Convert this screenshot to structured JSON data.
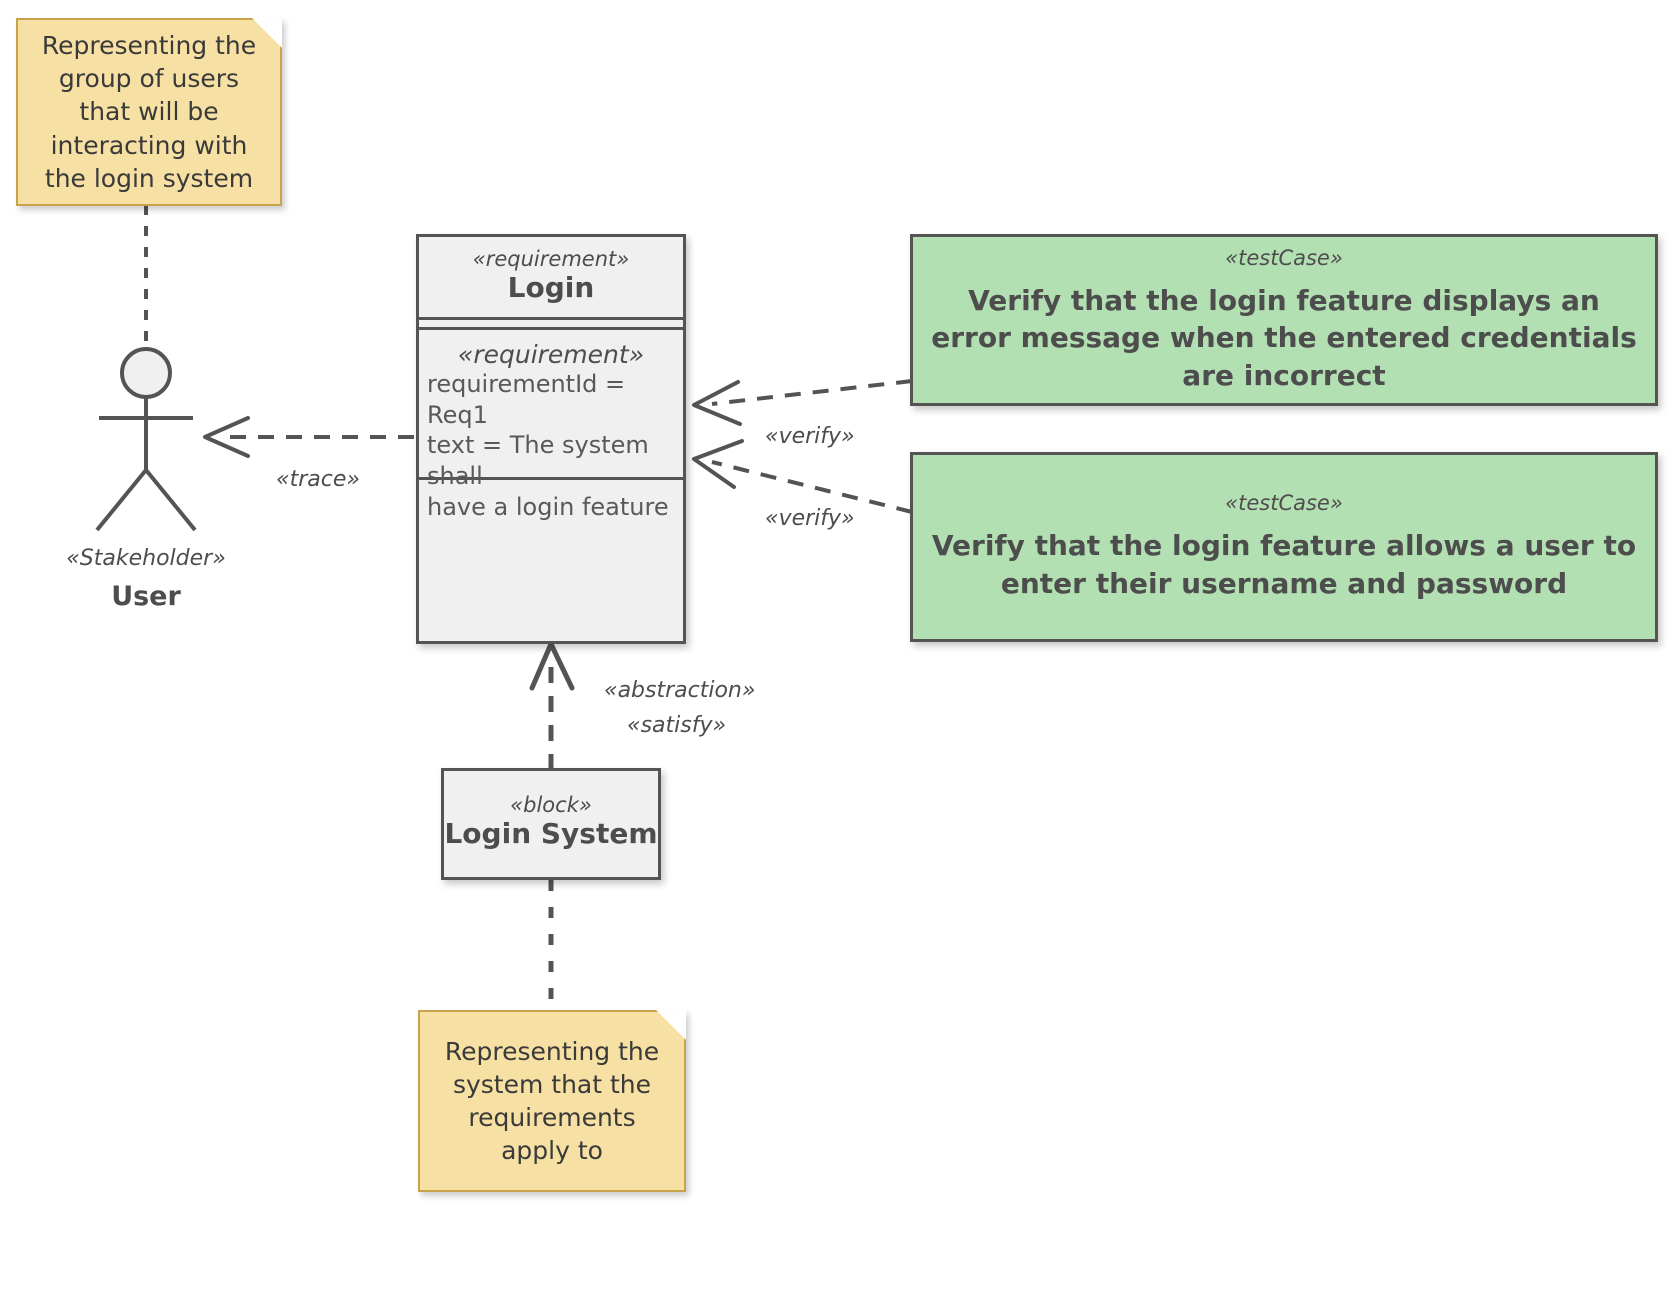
{
  "diagram": {
    "type": "SysML Requirement Diagram",
    "background": "#ffffff"
  },
  "colors": {
    "note_fill": "#f7e0a3",
    "note_border": "#c8a34a",
    "box_fill": "#f0f0f0",
    "box_border": "#545454",
    "testcase_fill": "#b3e0b3",
    "text": "#4d4d4d"
  },
  "notes": {
    "user_note": {
      "text": "Representing the group of users that will be interacting with the login system"
    },
    "system_note": {
      "text": "Representing the system that the requirements apply to"
    }
  },
  "actor": {
    "stereotype": "«Stakeholder»",
    "name": "User"
  },
  "requirement": {
    "stereotype": "«requirement»",
    "name": "Login",
    "properties_stereotype": "«requirement»",
    "properties": [
      "requirementId = Req1",
      "text = The system shall",
      "have a login feature"
    ]
  },
  "block": {
    "stereotype": "«block»",
    "name": "Login System"
  },
  "test_cases": [
    {
      "stereotype": "«testCase»",
      "name": "Verify that the login feature displays an error message when the entered credentials are incorrect"
    },
    {
      "stereotype": "«testCase»",
      "name": "Verify that the login feature allows a user to enter their username and password"
    }
  ],
  "edges": {
    "trace": "«trace»",
    "verify_upper": "«verify»",
    "verify_lower": "«verify»",
    "abstraction": "«abstraction»",
    "satisfy": "«satisfy»"
  }
}
